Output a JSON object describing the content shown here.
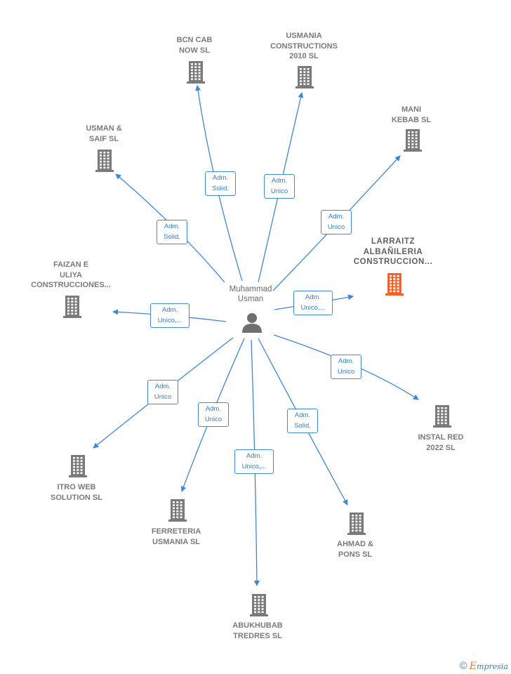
{
  "center": {
    "label": "Muhammad\nUsman"
  },
  "nodes": [
    {
      "id": "bcn",
      "label": "BCN CAB\nNOW  SL",
      "relation": "Adm.\nSolid."
    },
    {
      "id": "usmania",
      "label": "USMANIA\nCONSTRUCTIONS\n2010  SL",
      "relation": "Adm.\nUnico"
    },
    {
      "id": "mani",
      "label": "MANI\nKEBAB  SL",
      "relation": "Adm.\nUnico"
    },
    {
      "id": "saif",
      "label": "USMAN &\nSAIF  SL",
      "relation": "Adm.\nSolid."
    },
    {
      "id": "larraitz",
      "label": "LARRAITZ\nALBAÑILERIA\nCONSTRUCCION...",
      "relation": "Adm.\nUnico,...",
      "highlight": true
    },
    {
      "id": "faizan",
      "label": "FAIZAN E\nULIYA\nCONSTRUCCIONES...",
      "relation": "Adm.\nUnico,..."
    },
    {
      "id": "instal",
      "label": "INSTAL RED\n2022  SL",
      "relation": "Adm.\nUnico"
    },
    {
      "id": "itro",
      "label": "ITRO WEB\nSOLUTION  SL",
      "relation": "Adm.\nUnico"
    },
    {
      "id": "ferreteria",
      "label": "FERRETERIA\nUSMANIA  SL",
      "relation": "Adm.\nUnico"
    },
    {
      "id": "abukhubab",
      "label": "ABUKHUBAB\nTREDRES SL",
      "relation": "Adm.\nUnico,..."
    },
    {
      "id": "ahmad",
      "label": "AHMAD &\nPONS SL",
      "relation": "Adm.\nSolid."
    }
  ],
  "colors": {
    "edge": "#3d87d6",
    "building": "#7a7a7a",
    "highlight": "#f0632a",
    "person": "#6f6f6f"
  },
  "icons": {
    "company": "building-icon",
    "person": "person-icon"
  },
  "brand": {
    "copyright": "©",
    "initial": "E",
    "name": "mpresia"
  }
}
